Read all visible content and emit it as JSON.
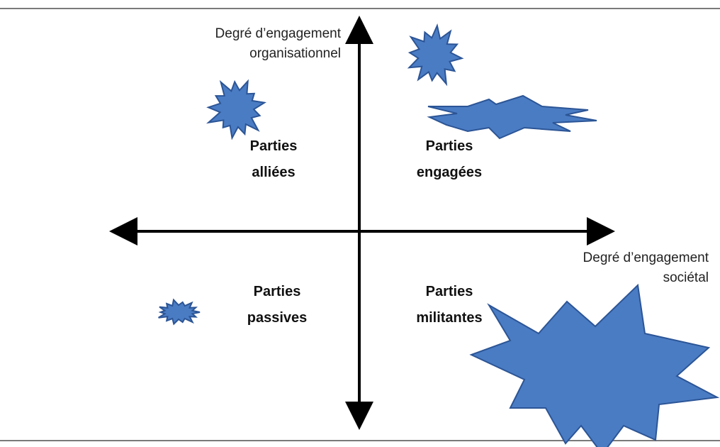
{
  "axes": {
    "vertical": {
      "label_line1": "Degré d’engagement",
      "label_line2": "organisationnel"
    },
    "horizontal": {
      "label_line1": "Degré d’engagement",
      "label_line2": "sociétal"
    }
  },
  "quadrants": {
    "top_left": {
      "line1": "Parties",
      "line2": "alliées"
    },
    "top_right": {
      "line1": "Parties",
      "line2": "engagées"
    },
    "bottom_left": {
      "line1": "Parties",
      "line2": "passives"
    },
    "bottom_right": {
      "line1": "Parties",
      "line2": "militantes"
    }
  },
  "colors": {
    "burst_fill": "#4a7cc4",
    "burst_stroke": "#2c5596",
    "axis": "#000000"
  },
  "icons": {
    "burst": "explosion-star-shape",
    "arrow": "double-headed-arrow"
  }
}
